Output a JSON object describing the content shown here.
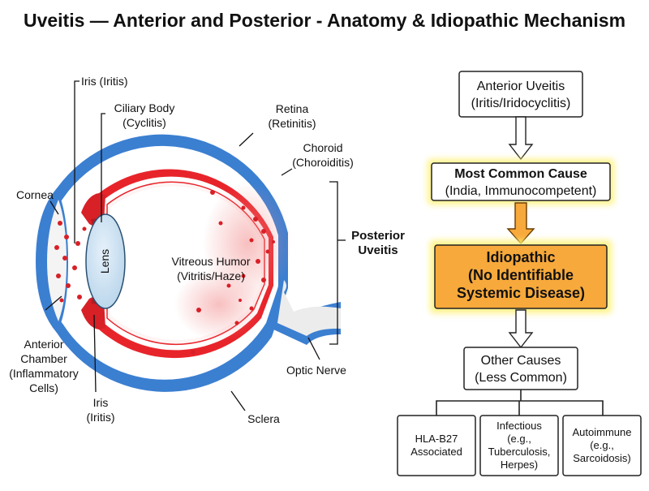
{
  "title": "Uveitis — Anterior and Posterior - Anatomy & Idiopathic Mechanism",
  "eye": {
    "labels": {
      "iris_top": "Iris (Iritis)",
      "ciliary_1": "Ciliary Body",
      "ciliary_2": "(Cyclitis)",
      "retina_1": "Retina",
      "retina_2": "(Retinitis)",
      "choroid_1": "Choroid",
      "choroid_2": "(Choroiditis)",
      "cornea": "Cornea",
      "lens": "Lens",
      "vitreous_1": "Vitreous Humor",
      "vitreous_2": "(Vitritis/Haze)",
      "posterior_1": "Posterior",
      "posterior_2": "Uveitis",
      "anterior_1": "Anterior",
      "anterior_2": "Chamber",
      "anterior_3": "(Inflammatory",
      "anterior_4": "Cells)",
      "iris_bottom_1": "Iris",
      "iris_bottom_2": "(Iritis)",
      "optic_nerve": "Optic Nerve",
      "sclera": "Sclera"
    }
  },
  "flow": {
    "anterior_1": "Anterior Uveitis",
    "anterior_2": "(Iritis/Iridocyclitis)",
    "common_1": "Most Common Cause",
    "common_2": "(India, Immunocompetent)",
    "idio_1": "Idiopathic",
    "idio_2": "(No Identifiable",
    "idio_3": "Systemic Disease)",
    "other_1": "Other Causes",
    "other_2": "(Less Common)",
    "causes": {
      "hla_1": "HLA-B27",
      "hla_2": "Associated",
      "inf_1": "Infectious",
      "inf_2": "(e.g.,",
      "inf_3": "Tuberculosis,",
      "inf_4": "Herpes)",
      "auto_1": "Autoimmune",
      "auto_2": "(e.g.,",
      "auto_3": "Sarcoidosis)"
    }
  },
  "colors": {
    "sclera_blue": "#3b7fd1",
    "uvea_red": "#e8242b",
    "lens_blue": "#cfe3f2",
    "highlight_orange": "#f7a93b",
    "glow_yellow": "#fff27a"
  }
}
